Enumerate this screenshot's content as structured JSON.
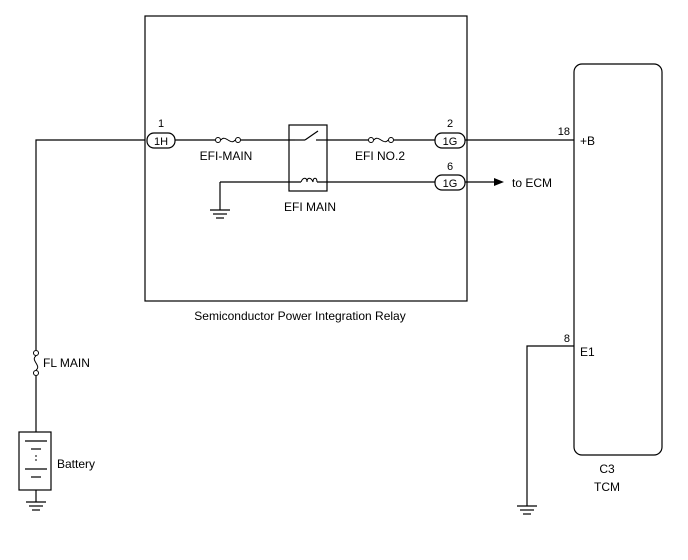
{
  "relay_box": {
    "label": "Semiconductor Power Integration Relay"
  },
  "connectors": {
    "c1": {
      "code": "1H",
      "pin": "1"
    },
    "c2": {
      "code": "1G",
      "pin": "2"
    },
    "c3": {
      "code": "1G",
      "pin": "6"
    }
  },
  "fuses": {
    "efi_main": "EFI-MAIN",
    "efi_no2": "EFI NO.2",
    "fl_main": "FL MAIN"
  },
  "relay": {
    "label": "EFI MAIN"
  },
  "to_ecm": "to ECM",
  "battery": "Battery",
  "tcm": {
    "connector": "C3",
    "name": "TCM",
    "terminals": [
      {
        "pin": "18",
        "name": "+B"
      },
      {
        "pin": "8",
        "name": "E1"
      }
    ]
  }
}
